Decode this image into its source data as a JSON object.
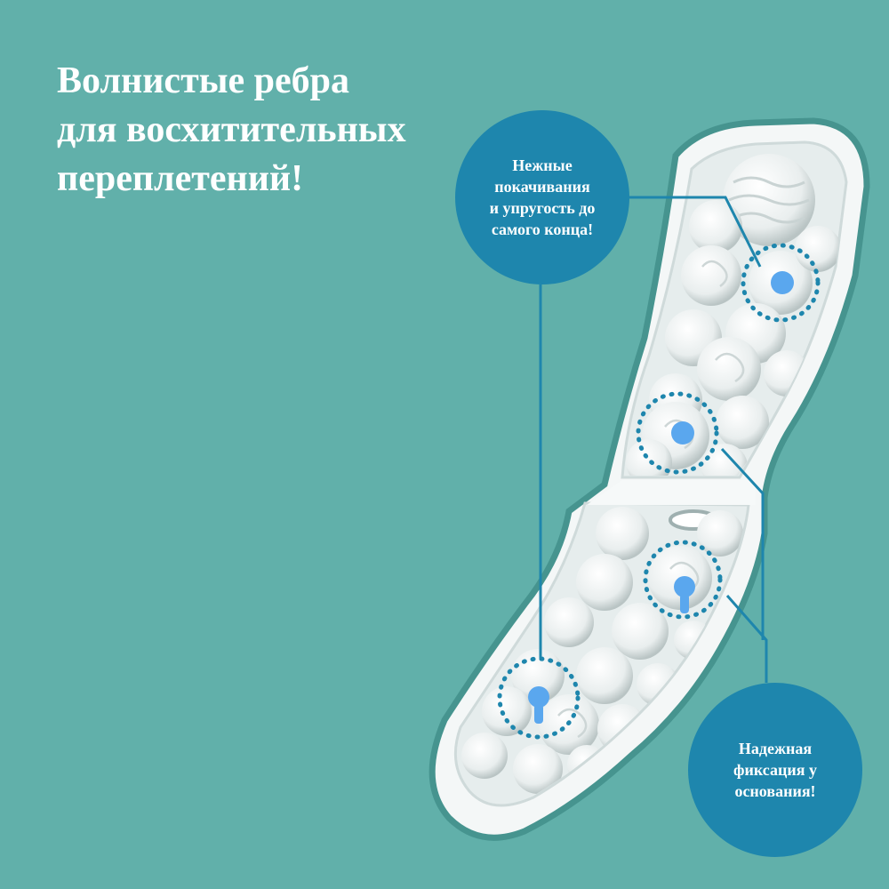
{
  "headline": {
    "lines": [
      "Волнистые ребра",
      "для восхитительных",
      "переплетений!"
    ]
  },
  "callouts": {
    "top": {
      "lines": [
        "Нежные",
        "покачивания",
        "и упругость до",
        "самого конца!"
      ]
    },
    "bottom": {
      "lines": [
        "Надежная",
        "фиксация у",
        "основания!"
      ]
    }
  },
  "colors": {
    "background": "#61b0aa",
    "bubble": "#1e86ad",
    "case_rim": "#46948f",
    "dot_ring": "#1e86ad",
    "nub": "#5aa7ee"
  }
}
